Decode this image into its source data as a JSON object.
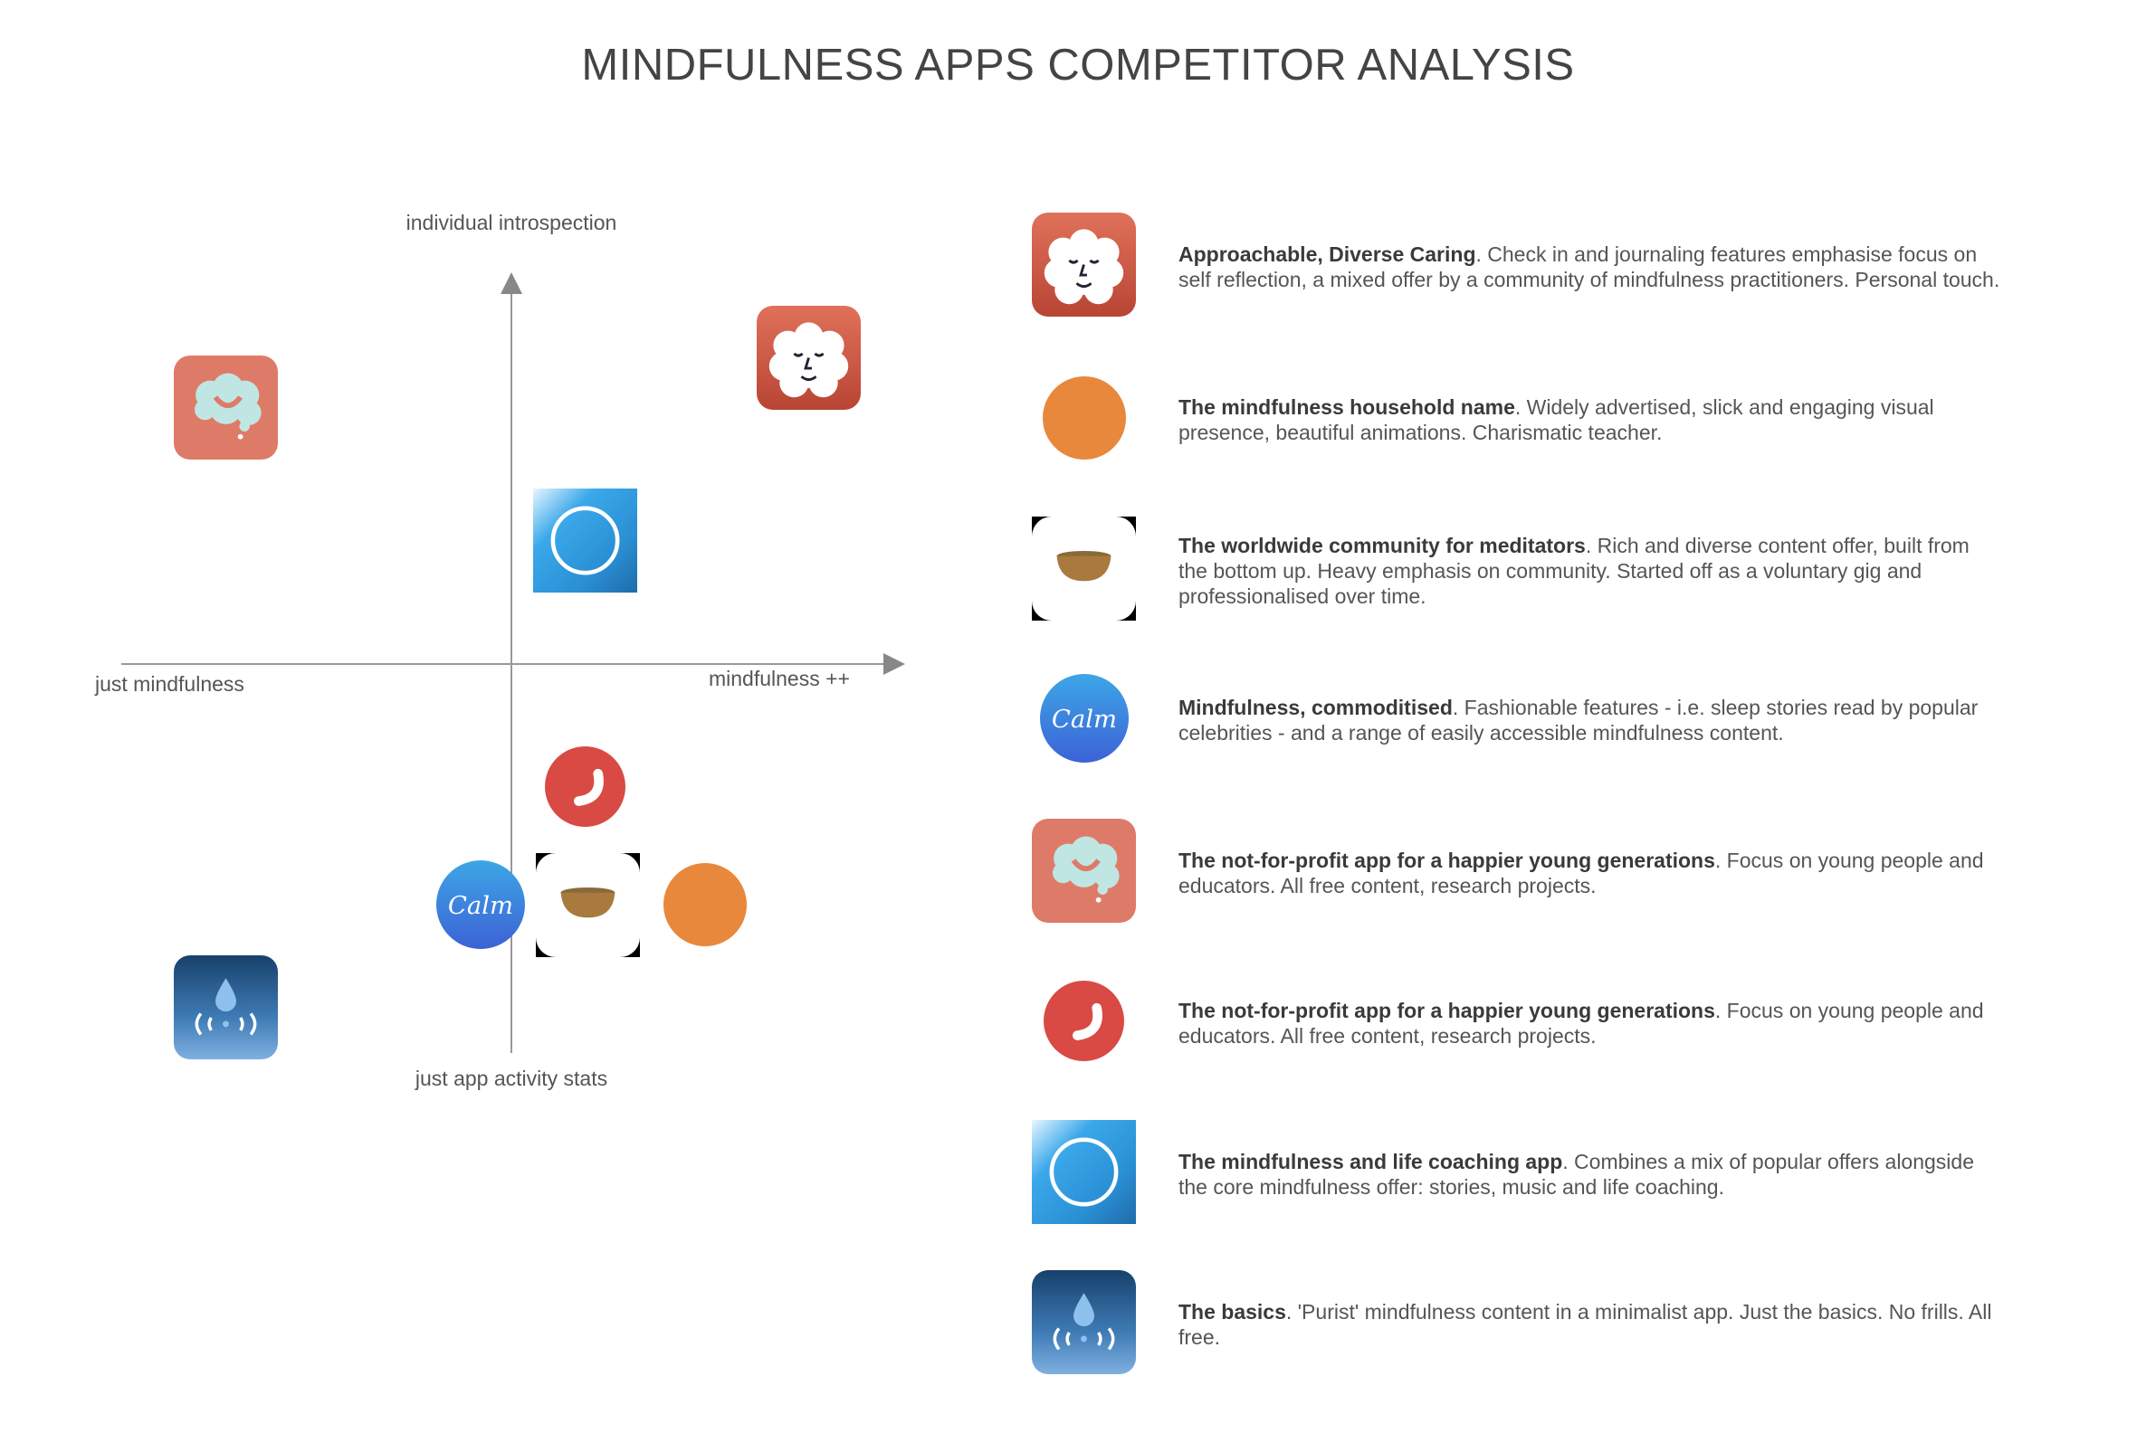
{
  "title": "MINDFULNESS APPS COMPETITOR ANALYSIS",
  "axes": {
    "top": "individual introspection",
    "bottom": "just app activity stats",
    "left": "just mindfulness",
    "right": "mindfulness ++"
  },
  "apps": [
    {
      "icon": "cloud-face-icon",
      "bold": "Approachable, Diverse Caring",
      "text": ". Check in and journaling features emphasise focus on self reflection, a mixed offer by a community of mindfulness practitioners. Personal touch."
    },
    {
      "icon": "orange-circle-icon",
      "bold": "The mindfulness household name",
      "text": ". Widely advertised, slick and engaging visual presence, beautiful animations. Charismatic teacher."
    },
    {
      "icon": "singing-bowl-icon",
      "bold": "The worldwide community for meditators",
      "text": ". Rich and diverse content offer, built from the bottom up. Heavy emphasis on community. Started off as a voluntary gig and professionalised over time."
    },
    {
      "icon": "calm-logo-icon",
      "bold": "Mindfulness, commoditised",
      "text": ". Fashionable features - i.e. sleep stories read by popular celebrities - and a range of easily accessible mindfulness content."
    },
    {
      "icon": "smiling-brain-icon",
      "bold": "The not-for-profit app for a happier young generations",
      "text": ". Focus on young people and educators. All free content, research projects."
    },
    {
      "icon": "red-smile-circle-icon",
      "bold": "The not-for-profit app for a happier young generations",
      "text": ". Focus on young people and educators. All free content, research projects."
    },
    {
      "icon": "blue-ring-icon",
      "bold": "The mindfulness and life coaching app",
      "text": ". Combines a mix of popular offers alongside the core mindfulness offer: stories, music and life coaching."
    },
    {
      "icon": "water-drop-icon",
      "bold": "The basics",
      "text": ". 'Purist' mindfulness content in a minimalist app. Just the basics. No frills. All free."
    }
  ],
  "calm_logo_text": "Calm"
}
